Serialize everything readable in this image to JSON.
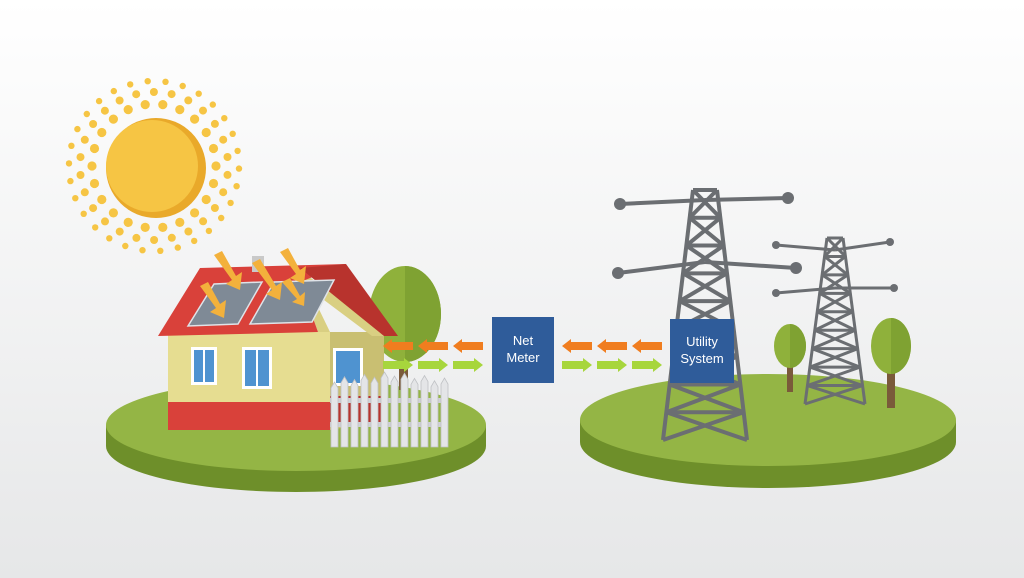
{
  "diagram": {
    "net_meter": {
      "line1": "Net",
      "line2": "Meter"
    },
    "utility_system": {
      "line1": "Utility",
      "line2": "System"
    }
  },
  "colors": {
    "background_top": "#ffffff",
    "background_bottom": "#e9eaea",
    "sun": "#f6c544",
    "sun_shadow": "#e9a92a",
    "grass": "#94b545",
    "grass_edge": "#6e8f2a",
    "roof": "#d9413a",
    "wall": "#e6dd91",
    "wall_shadow": "#c9bf72",
    "panel": "#7f8a96",
    "box": "#2f5c9a",
    "arrow_export": "#f07d1f",
    "arrow_import": "#a7d63c",
    "tower": "#6b6e72",
    "tree": "#8fb13b",
    "fence": "#e4e5e7"
  },
  "icons": [
    "sun-icon",
    "house-icon",
    "solar-panel-icon",
    "tree-icon",
    "fence-icon",
    "transmission-tower-icon"
  ]
}
